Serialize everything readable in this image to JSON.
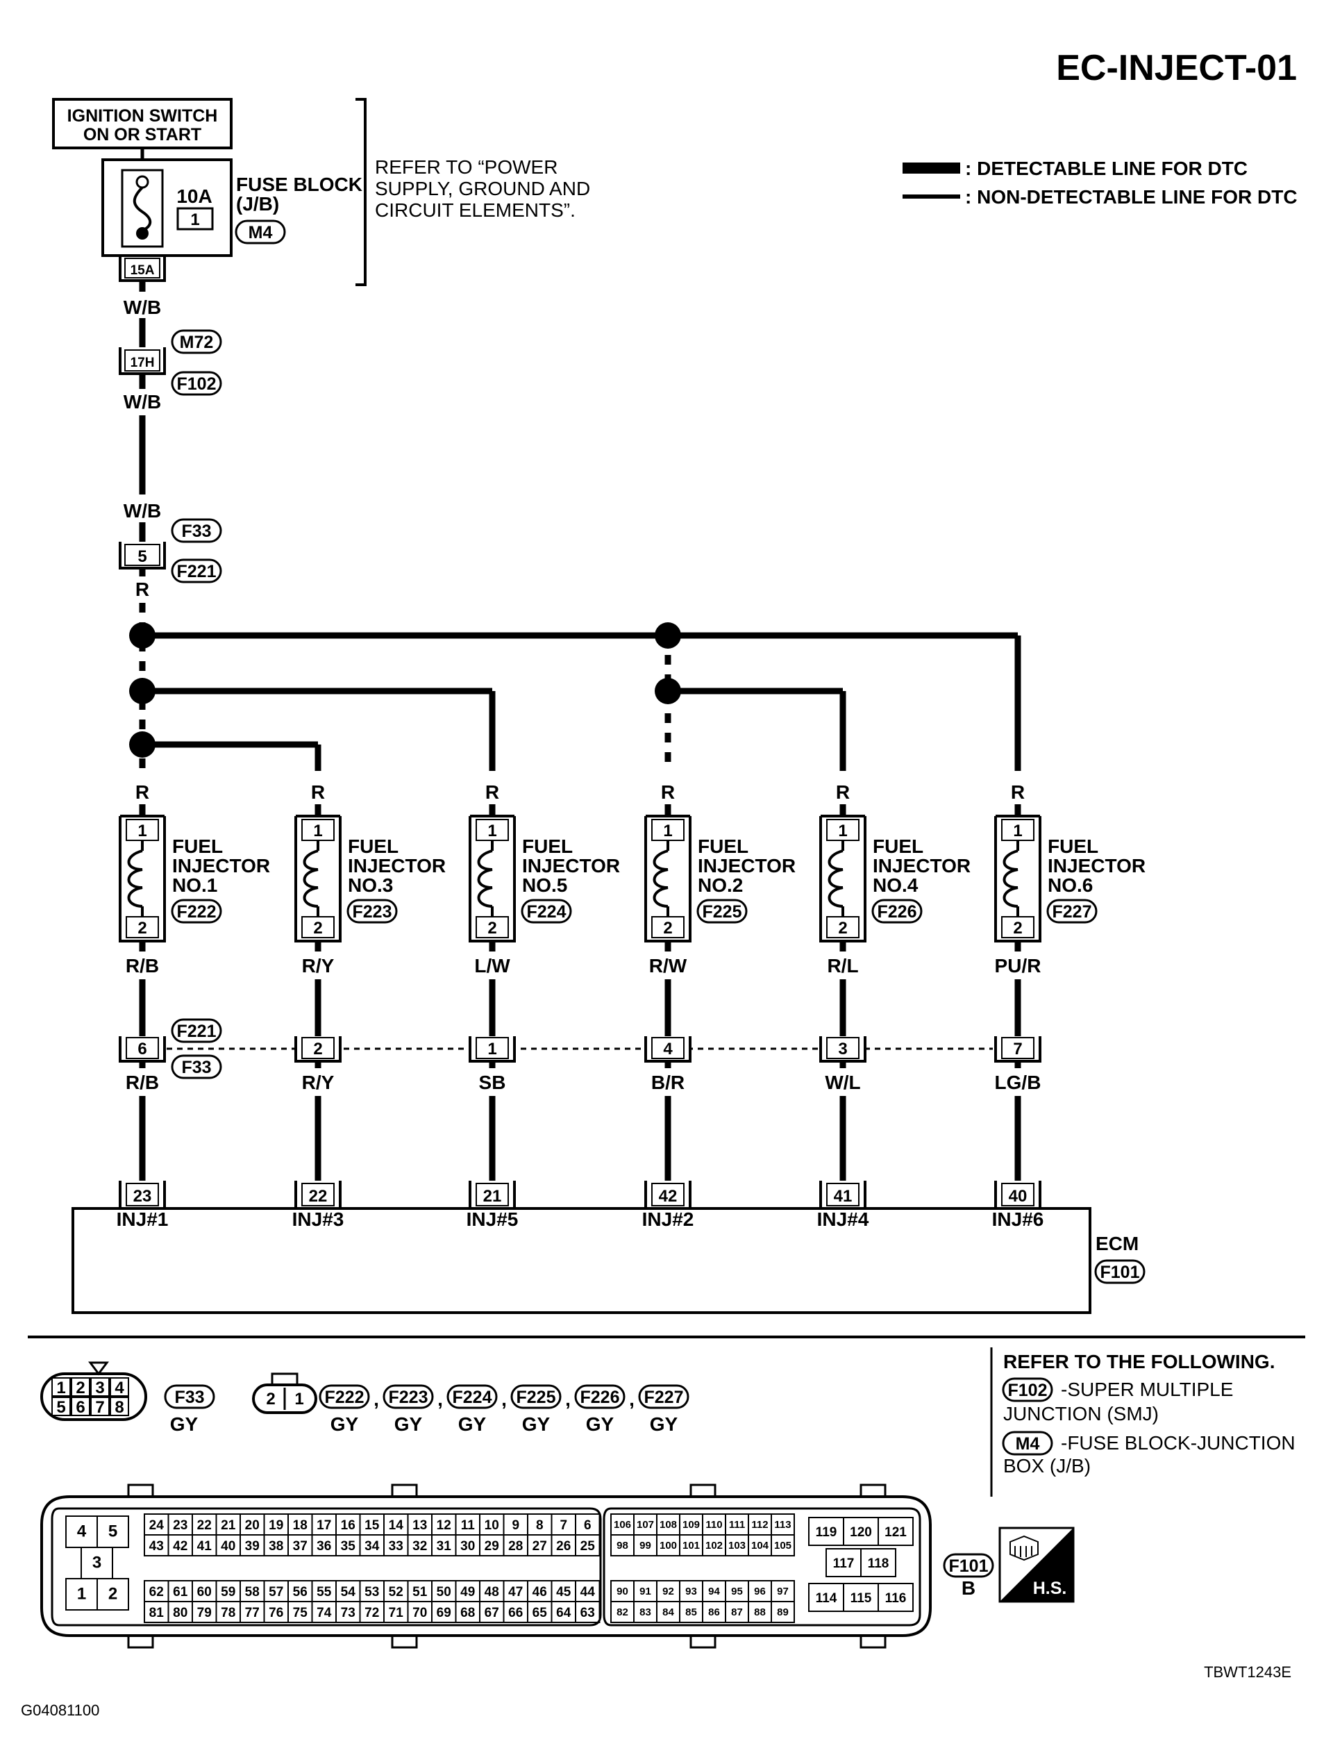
{
  "title": "EC-INJECT-01",
  "legend": {
    "detectable": ": DETECTABLE LINE FOR DTC",
    "non_detectable": ": NON-DETECTABLE LINE FOR DTC"
  },
  "power": {
    "ignition_line1": "IGNITION SWITCH",
    "ignition_line2": "ON OR START",
    "fuse_amp": "10A",
    "fuse_num": "1",
    "fuse_block_line1": "FUSE BLOCK",
    "fuse_block_line2": "(J/B)",
    "fuse_block_conn": "M4",
    "terminal": "15A",
    "refer_line1": "REFER TO “POWER",
    "refer_line2": "SUPPLY, GROUND AND",
    "refer_line3": "CIRCUIT ELEMENTS”."
  },
  "harness": {
    "wb1": "W/B",
    "j1_pin": "17H",
    "j1_conn_top": "M72",
    "j1_conn_bot": "F102",
    "wb2": "W/B",
    "wb3": "W/B",
    "j2_pin": "5",
    "j2_conn_top": "F33",
    "j2_conn_bot": "F221",
    "r": "R",
    "mid_conn_top": "F221",
    "mid_conn_bot": "F33"
  },
  "injectors": [
    {
      "label1": "FUEL",
      "label2": "INJECTOR",
      "label3": "NO.1",
      "conn": "F222",
      "top_wire": "R",
      "pin1": "1",
      "pin2": "2",
      "out_wire": "R/B",
      "mid_pin": "6",
      "low_wire": "R/B",
      "ecm_pin": "23",
      "ecm_label": "INJ#1"
    },
    {
      "label1": "FUEL",
      "label2": "INJECTOR",
      "label3": "NO.3",
      "conn": "F223",
      "top_wire": "R",
      "pin1": "1",
      "pin2": "2",
      "out_wire": "R/Y",
      "mid_pin": "2",
      "low_wire": "R/Y",
      "ecm_pin": "22",
      "ecm_label": "INJ#3"
    },
    {
      "label1": "FUEL",
      "label2": "INJECTOR",
      "label3": "NO.5",
      "conn": "F224",
      "top_wire": "R",
      "pin1": "1",
      "pin2": "2",
      "out_wire": "L/W",
      "mid_pin": "1",
      "low_wire": "SB",
      "ecm_pin": "21",
      "ecm_label": "INJ#5"
    },
    {
      "label1": "FUEL",
      "label2": "INJECTOR",
      "label3": "NO.2",
      "conn": "F225",
      "top_wire": "R",
      "pin1": "1",
      "pin2": "2",
      "out_wire": "R/W",
      "mid_pin": "4",
      "low_wire": "B/R",
      "ecm_pin": "42",
      "ecm_label": "INJ#2"
    },
    {
      "label1": "FUEL",
      "label2": "INJECTOR",
      "label3": "NO.4",
      "conn": "F226",
      "top_wire": "R",
      "pin1": "1",
      "pin2": "2",
      "out_wire": "R/L",
      "mid_pin": "3",
      "low_wire": "W/L",
      "ecm_pin": "41",
      "ecm_label": "INJ#4"
    },
    {
      "label1": "FUEL",
      "label2": "INJECTOR",
      "label3": "NO.6",
      "conn": "F227",
      "top_wire": "R",
      "pin1": "1",
      "pin2": "2",
      "out_wire": "PU/R",
      "mid_pin": "7",
      "low_wire": "LG/B",
      "ecm_pin": "40",
      "ecm_label": "INJ#6"
    }
  ],
  "ecm": {
    "label": "ECM",
    "conn": "F101"
  },
  "connectors": {
    "f33_pins_top": [
      "1",
      "2",
      "3",
      "4"
    ],
    "f33_pins_bot": [
      "5",
      "6",
      "7",
      "8"
    ],
    "f33_name": "F33",
    "f33_color": "GY",
    "inj_pins": [
      "2",
      "1"
    ],
    "inj_conns": [
      "F222",
      "F223",
      "F224",
      "F225",
      "F226",
      "F227"
    ],
    "inj_colors": [
      "GY",
      "GY",
      "GY",
      "GY",
      "GY",
      "GY"
    ],
    "sep": ",",
    "ecm_left_top": [
      "4",
      "5"
    ],
    "ecm_left_mid": "3",
    "ecm_left_bot": [
      "1",
      "2"
    ],
    "ecm_r1": [
      "24",
      "23",
      "22",
      "21",
      "20",
      "19",
      "18",
      "17",
      "16",
      "15",
      "14",
      "13",
      "12",
      "11",
      "10",
      "9",
      "8",
      "7",
      "6"
    ],
    "ecm_r2": [
      "43",
      "42",
      "41",
      "40",
      "39",
      "38",
      "37",
      "36",
      "35",
      "34",
      "33",
      "32",
      "31",
      "30",
      "29",
      "28",
      "27",
      "26",
      "25"
    ],
    "ecm_r3": [
      "62",
      "61",
      "60",
      "59",
      "58",
      "57",
      "56",
      "55",
      "54",
      "53",
      "52",
      "51",
      "50",
      "49",
      "48",
      "47",
      "46",
      "45",
      "44"
    ],
    "ecm_r4": [
      "81",
      "80",
      "79",
      "78",
      "77",
      "76",
      "75",
      "74",
      "73",
      "72",
      "71",
      "70",
      "69",
      "68",
      "67",
      "66",
      "65",
      "64",
      "63"
    ],
    "ecm_m1": [
      "106",
      "107",
      "108",
      "109",
      "110",
      "111",
      "112",
      "113"
    ],
    "ecm_m2": [
      "98",
      "99",
      "100",
      "101",
      "102",
      "103",
      "104",
      "105"
    ],
    "ecm_m3": [
      "90",
      "91",
      "92",
      "93",
      "94",
      "95",
      "96",
      "97"
    ],
    "ecm_m4": [
      "82",
      "83",
      "84",
      "85",
      "86",
      "87",
      "88",
      "89"
    ],
    "ecm_rt1": [
      "119",
      "120",
      "121"
    ],
    "ecm_rt2": [
      "117",
      "118"
    ],
    "ecm_rt3": [
      "114",
      "115",
      "116"
    ],
    "ecm_name": "F101",
    "ecm_color": "B"
  },
  "refer": {
    "line1": "REFER TO THE FOLLOWING.",
    "c1": "F102",
    "c1_text1": "-SUPER MULTIPLE",
    "c1_text2": "JUNCTION (SMJ)",
    "c2": "M4",
    "c2_text1": "-FUSE BLOCK-JUNCTION",
    "c2_text2": "BOX (J/B)"
  },
  "hs": "H.S.",
  "footer_left": "G04081100",
  "footer_right": "TBWT1243E"
}
